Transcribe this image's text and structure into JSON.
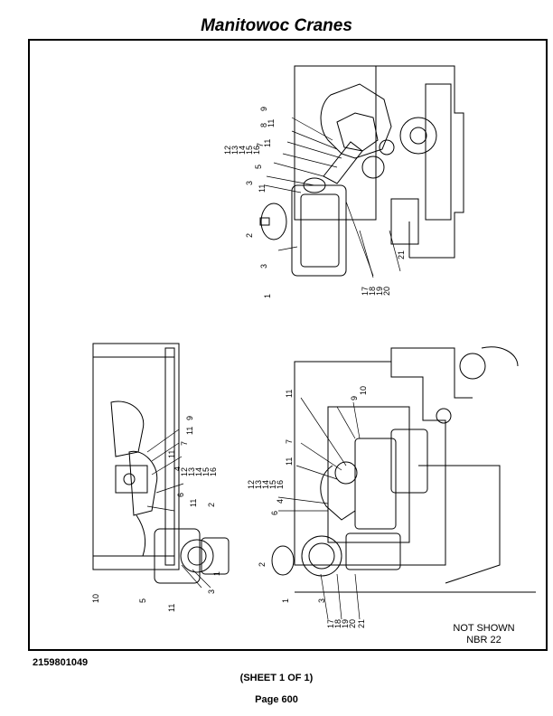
{
  "header": {
    "title": "Manitowoc Cranes"
  },
  "drawing": {
    "note_line1": "NOT SHOWN",
    "note_line2": "NBR 22",
    "top_view_callouts": [
      "9",
      "8",
      "11",
      "7",
      "11",
      "12",
      "13",
      "14",
      "15",
      "16",
      "5",
      "3",
      "11",
      "2",
      "3",
      "1",
      "17",
      "18",
      "19",
      "20",
      "21"
    ],
    "front_view_callouts": [
      "11",
      "9",
      "10",
      "7",
      "11",
      "12",
      "13",
      "14",
      "15",
      "16",
      "4",
      "6",
      "2",
      "1",
      "3",
      "17",
      "18",
      "19",
      "20",
      "21"
    ],
    "left_view_callouts": [
      "9",
      "11",
      "7",
      "11",
      "4",
      "12",
      "13",
      "14",
      "15",
      "16",
      "6",
      "11",
      "2",
      "1",
      "3",
      "5",
      "10",
      "11"
    ]
  },
  "footer": {
    "document_number": "2159801049",
    "sheet": "(SHEET 1 OF 1)",
    "page": "Page 600"
  }
}
